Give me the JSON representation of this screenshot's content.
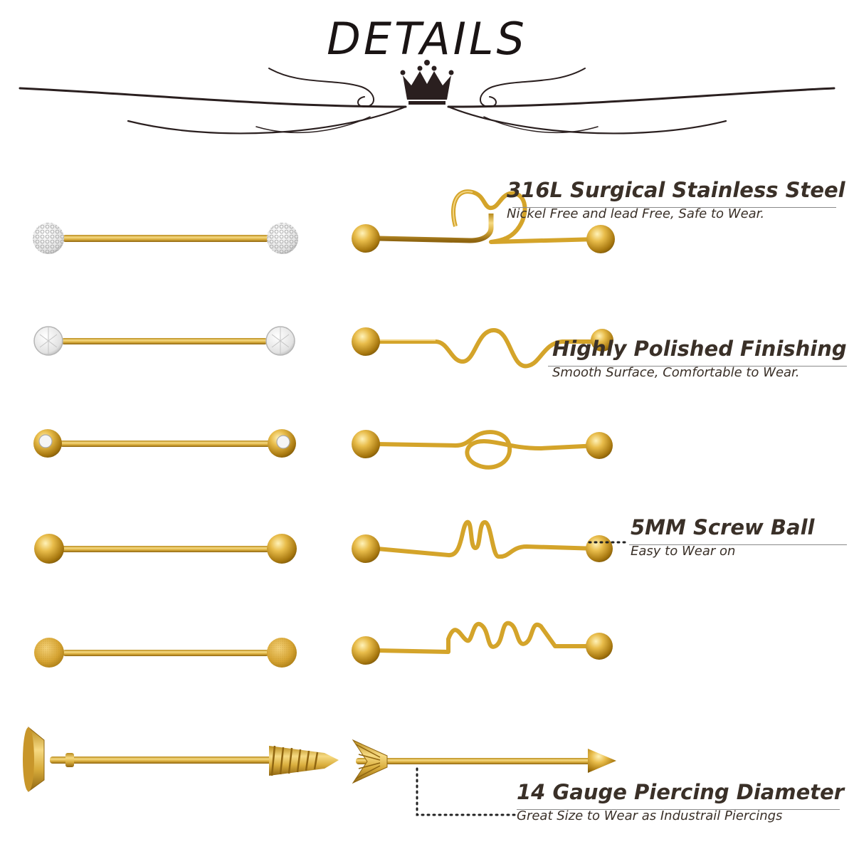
{
  "title": "DETAILS",
  "features": [
    {
      "heading": "316L Surgical Stainless Steel",
      "sub": "Nickel Free and lead Free, Safe to Wear."
    },
    {
      "heading": "Highly Polished Finishing",
      "sub": "Smooth Surface, Comfortable to Wear."
    },
    {
      "heading": "5MM Screw Ball",
      "sub": "Easy to Wear on"
    },
    {
      "heading": "14 Gauge Piercing Diameter",
      "sub": "Great Size to Wear as Industrail Piercings"
    }
  ],
  "colors": {
    "gold": "#d4a42a",
    "gold_dark": "#9c7212",
    "ornament": "#2a1f1f",
    "text": "#3a3028"
  },
  "left_column": [
    {
      "type": "crystal-pave-ball-barbell"
    },
    {
      "type": "clear-gem-ball-barbell"
    },
    {
      "type": "gold-ball-with-gem-barbell"
    },
    {
      "type": "polished-gold-ball-barbell"
    },
    {
      "type": "frosted-gold-ball-barbell"
    },
    {
      "type": "screw-bolt-barbell"
    }
  ],
  "right_column": [
    {
      "type": "heart-loop-barbell"
    },
    {
      "type": "wave-barbell"
    },
    {
      "type": "circle-loop-barbell"
    },
    {
      "type": "spring-coil-barbell"
    },
    {
      "type": "multi-coil-barbell"
    },
    {
      "type": "arrow-barbell"
    }
  ]
}
